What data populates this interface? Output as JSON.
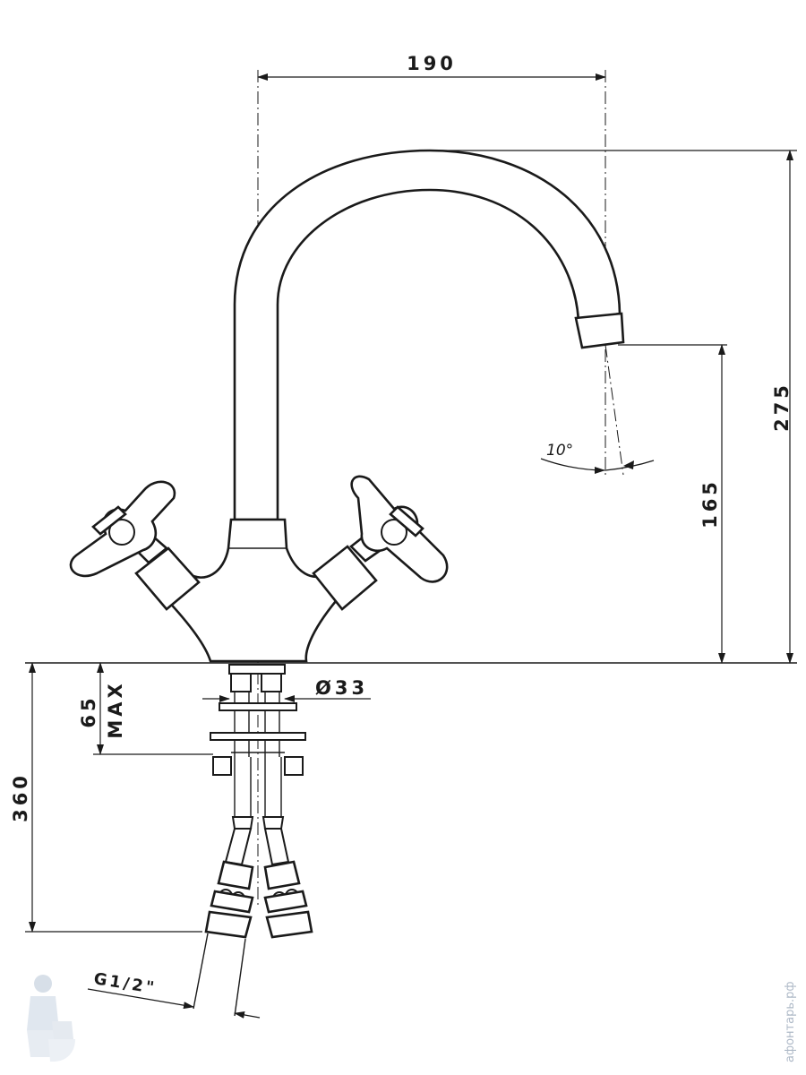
{
  "dimensions": {
    "spout_reach": "190",
    "total_height": "275",
    "spout_height": "165",
    "max_counter_thickness": "65",
    "max_label": "MAX",
    "hose_length": "360",
    "body_diameter": "Ø33",
    "spout_angle": "10°",
    "thread": "G1/2\""
  },
  "watermark": {
    "icon": "plumber-logo-icon",
    "text": "афонтарь.рф"
  },
  "colors": {
    "line": "#1a1a1a",
    "background": "#ffffff",
    "watermark": "#aeb9c7"
  }
}
